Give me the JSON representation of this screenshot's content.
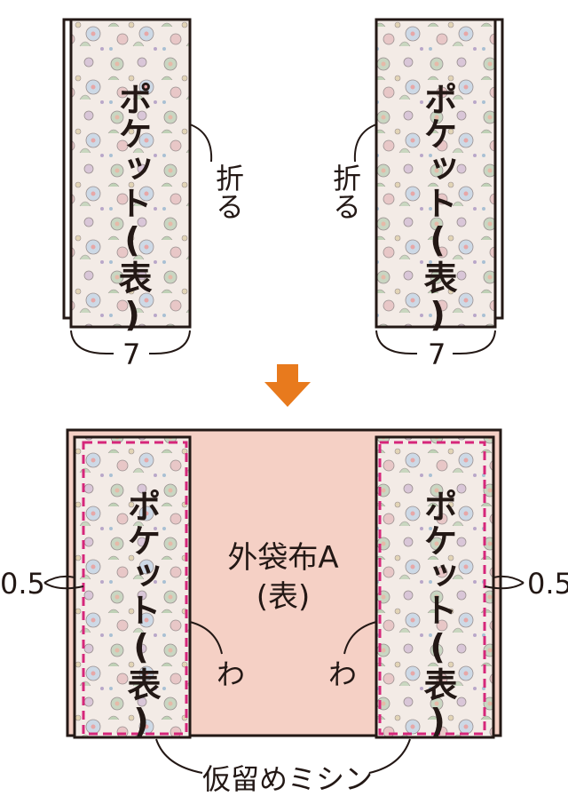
{
  "colors": {
    "outline": "#231815",
    "fabric_base": "#f1e7e2",
    "main_cloth": "#f5d0c5",
    "stitch": "#d6267a",
    "arrow": "#e87a1d"
  },
  "top": {
    "left_pocket_label": "ポケット(表)",
    "right_pocket_label": "ポケット(表)",
    "fold_left": "折る",
    "fold_right": "折る",
    "width_left": "7",
    "width_right": "7"
  },
  "arrow_icon": "down-arrow-icon",
  "bottom": {
    "left_pocket_label": "ポケット(表)",
    "right_pocket_label": "ポケット(表)",
    "outer_label_line1": "外袋布A",
    "outer_label_line2": "(表)",
    "margin_left": "0.5",
    "margin_right": "0.5",
    "fold_wa_left": "わ",
    "fold_wa_right": "わ",
    "stitch_label": "仮留めミシン"
  }
}
